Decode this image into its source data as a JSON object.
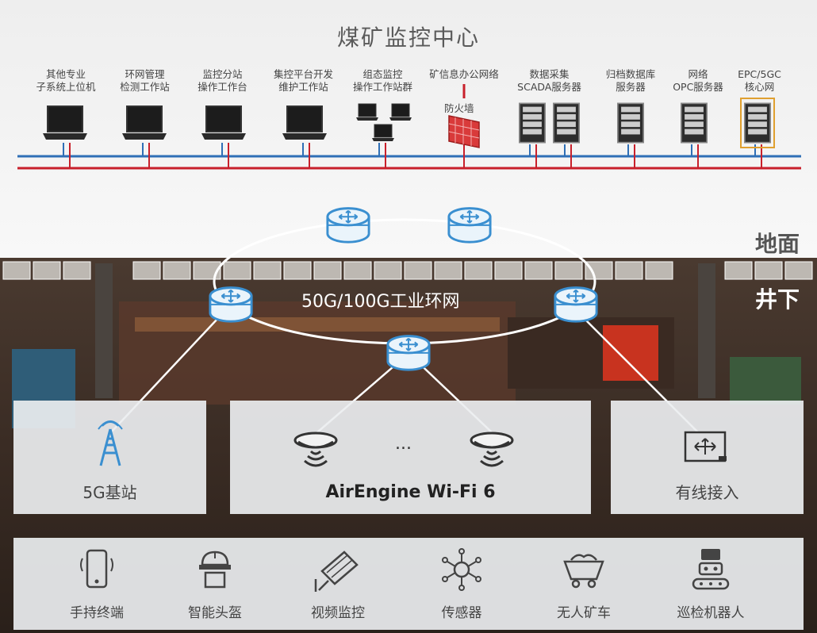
{
  "title": "煤矿监控中心",
  "zones": {
    "ground": "地面",
    "underground": "井下"
  },
  "ring_label": "50G/100G工业环网",
  "firewall_label": "防火墙",
  "top_nodes": [
    {
      "label": "其他专业\n子系统上位机",
      "icon": "laptop-icon"
    },
    {
      "label": "环网管理\n检测工作站",
      "icon": "laptop-icon"
    },
    {
      "label": "监控分站\n操作工作台",
      "icon": "laptop-icon"
    },
    {
      "label": "集控平台开发\n维护工作站",
      "icon": "laptop-icon"
    },
    {
      "label": "组态监控\n操作工作站群",
      "icon": "laptop-group-icon"
    },
    {
      "label": "矿信息办公网络",
      "icon": "firewall-icon"
    },
    {
      "label": "数据采集\nSCADA服务器",
      "icon": "server-icon"
    },
    {
      "label": "归档数据库\n服务器",
      "icon": "server-icon"
    },
    {
      "label": "网络\nOPC服务器",
      "icon": "server-icon"
    },
    {
      "label": "EPC/5GC\n核心网",
      "icon": "server-icon"
    }
  ],
  "access": {
    "base_station": "5G基站",
    "wifi": "AirEngine Wi-Fi 6",
    "wifi_ellipsis": "...",
    "wired": "有线接入"
  },
  "devices": [
    {
      "label": "手持终端",
      "icon": "phone-icon"
    },
    {
      "label": "智能头盔",
      "icon": "helmet-icon"
    },
    {
      "label": "视频监控",
      "icon": "camera-icon"
    },
    {
      "label": "传感器",
      "icon": "sensor-icon"
    },
    {
      "label": "无人矿车",
      "icon": "minecart-icon"
    },
    {
      "label": "巡检机器人",
      "icon": "robot-icon"
    }
  ],
  "colors": {
    "network_blue": "#2f6fb6",
    "network_red": "#c8202b",
    "router_blue": "#3a8fd0"
  }
}
